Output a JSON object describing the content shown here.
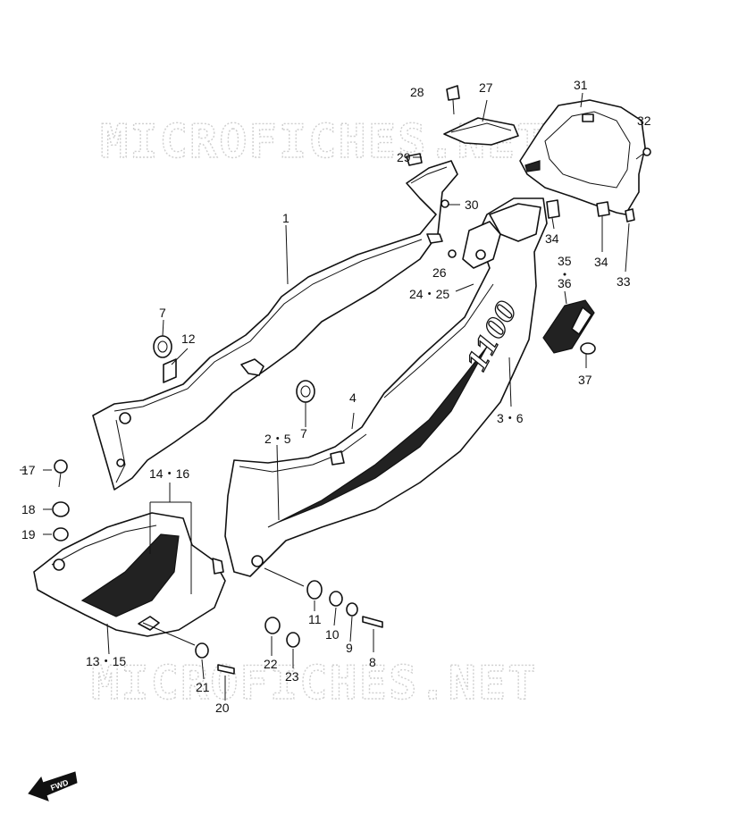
{
  "watermarks": [
    "MICROFICHES.NET",
    "MICROFICHES.NET"
  ],
  "emblem_text": "1100",
  "fwd_label": "FWD",
  "callouts": [
    {
      "id": "c1",
      "text": "1"
    },
    {
      "id": "c2-5",
      "text": "2・5"
    },
    {
      "id": "c3-6",
      "text": "3・6"
    },
    {
      "id": "c4",
      "text": "4"
    },
    {
      "id": "c7a",
      "text": "7"
    },
    {
      "id": "c7b",
      "text": "7"
    },
    {
      "id": "c8",
      "text": "8"
    },
    {
      "id": "c9",
      "text": "9"
    },
    {
      "id": "c10",
      "text": "10"
    },
    {
      "id": "c11",
      "text": "11"
    },
    {
      "id": "c12",
      "text": "12"
    },
    {
      "id": "c13-15",
      "text": "13・15"
    },
    {
      "id": "c14-16",
      "text": "14・16"
    },
    {
      "id": "c17",
      "text": "17"
    },
    {
      "id": "c18",
      "text": "18"
    },
    {
      "id": "c19",
      "text": "19"
    },
    {
      "id": "c20",
      "text": "20"
    },
    {
      "id": "c21",
      "text": "21"
    },
    {
      "id": "c22",
      "text": "22"
    },
    {
      "id": "c23",
      "text": "23"
    },
    {
      "id": "c24-25",
      "text": "24・25"
    },
    {
      "id": "c26",
      "text": "26"
    },
    {
      "id": "c27",
      "text": "27"
    },
    {
      "id": "c28",
      "text": "28"
    },
    {
      "id": "c29",
      "text": "29"
    },
    {
      "id": "c30",
      "text": "30"
    },
    {
      "id": "c31",
      "text": "31"
    },
    {
      "id": "c32",
      "text": "32"
    },
    {
      "id": "c33",
      "text": "33"
    },
    {
      "id": "c34a",
      "text": "34"
    },
    {
      "id": "c34b",
      "text": "34"
    },
    {
      "id": "c35",
      "text": "35"
    },
    {
      "id": "c36",
      "text": "36"
    },
    {
      "id": "c37",
      "text": "37"
    }
  ]
}
